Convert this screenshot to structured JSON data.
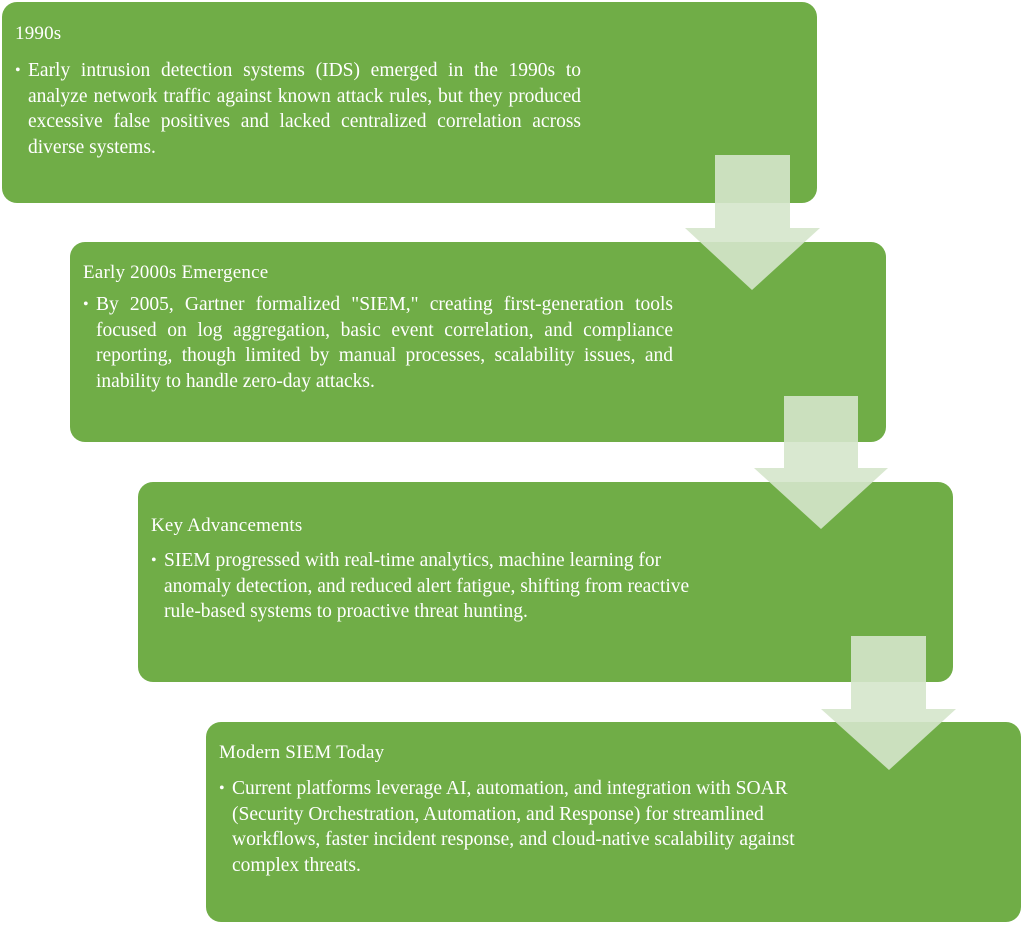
{
  "diagram": {
    "type": "process-flow-stair",
    "colors": {
      "box_fill": "#70ad47",
      "arrow_fill": "#d5e6cb",
      "text": "#ffffff"
    },
    "steps": [
      {
        "title": "1990s",
        "bullet": "•",
        "body": "Early intrusion detection systems (IDS) emerged in the 1990s to analyze network traffic against known attack rules, but they produced excessive false positives and lacked centralized correlation across diverse systems."
      },
      {
        "title": "Early 2000s Emergence",
        "bullet": "•",
        "body": "By 2005, Gartner formalized \"SIEM,\" creating first-generation tools focused on log aggregation, basic event correlation, and compliance reporting, though limited by manual processes, scalability issues, and inability to handle zero-day attacks."
      },
      {
        "title": "Key Advancements",
        "bullet": "•",
        "body": "SIEM progressed with real-time analytics, machine learning for anomaly detection, and reduced alert fatigue, shifting from reactive rule-based systems to proactive threat hunting."
      },
      {
        "title": "Modern SIEM Today",
        "bullet": "•",
        "body": " Current platforms leverage AI, automation, and integration with SOAR (Security Orchestration, Automation, and Response) for streamlined workflows, faster incident response, and cloud-native scalability against complex threats."
      }
    ],
    "connectors": [
      {
        "from": 0,
        "to": 1,
        "icon": "down-arrow-icon"
      },
      {
        "from": 1,
        "to": 2,
        "icon": "down-arrow-icon"
      },
      {
        "from": 2,
        "to": 3,
        "icon": "down-arrow-icon"
      }
    ]
  }
}
